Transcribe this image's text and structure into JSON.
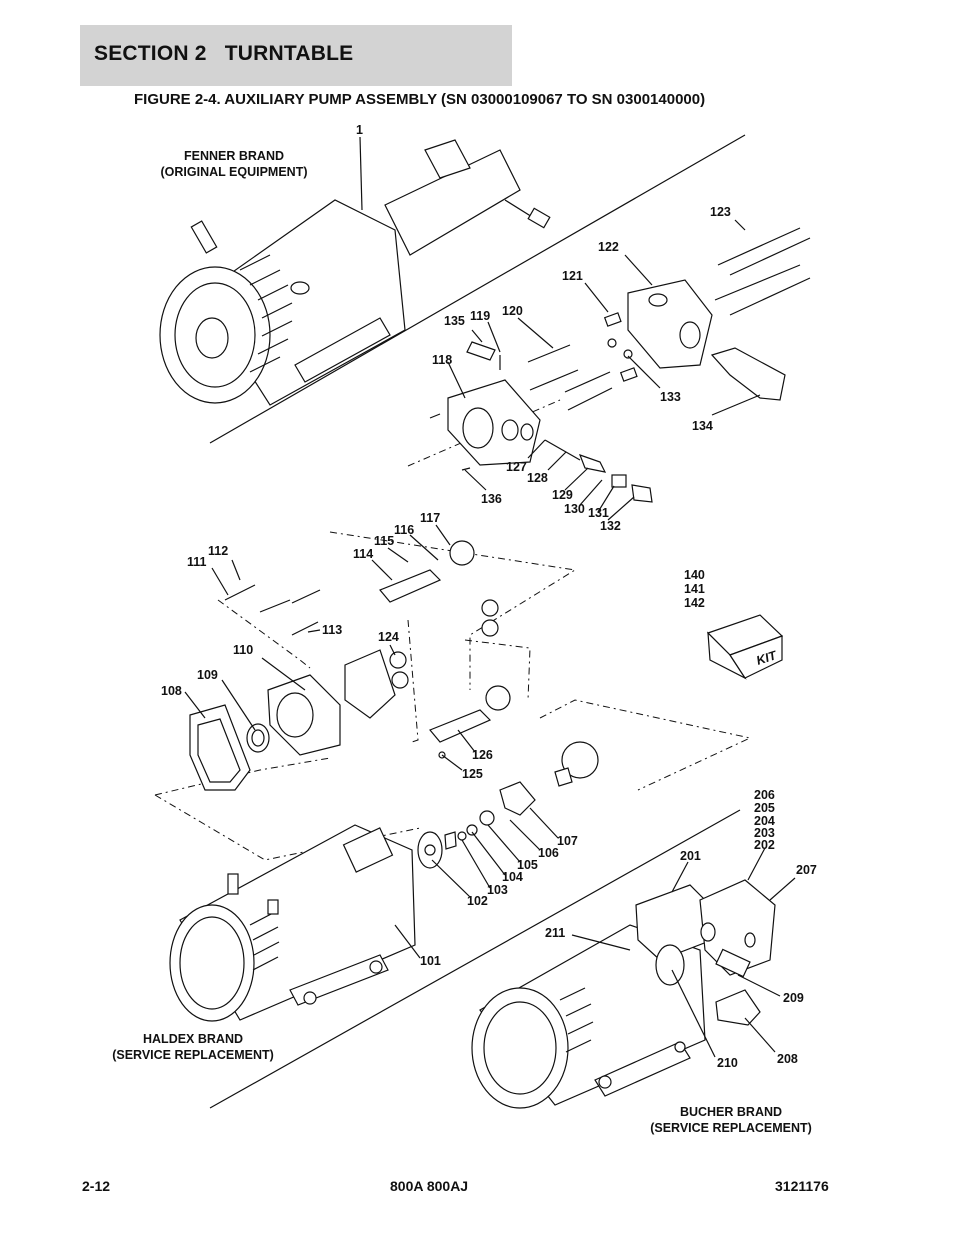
{
  "header": {
    "section_label": "SECTION 2   TURNTABLE",
    "figure_title": "FIGURE 2-4. AUXILIARY PUMP ASSEMBLY (SN 03000109067 TO SN 0300140000)"
  },
  "brands": {
    "fenner": [
      "FENNER BRAND",
      "(ORIGINAL EQUIPMENT)"
    ],
    "haldex": [
      "HALDEX BRAND",
      "(SERVICE REPLACEMENT)"
    ],
    "bucher": [
      "BUCHER BRAND",
      "(SERVICE REPLACEMENT)"
    ]
  },
  "kit_label": "KIT",
  "callouts": {
    "c1": "1",
    "c123": "123",
    "c122": "122",
    "c121": "121",
    "c120": "120",
    "c135": "135",
    "c119": "119",
    "c118": "118",
    "c133": "133",
    "c134": "134",
    "c127": "127",
    "c128": "128",
    "c136": "136",
    "c129": "129",
    "c130": "130",
    "c131": "131",
    "c132": "132",
    "c117": "117",
    "c116": "116",
    "c115": "115",
    "c114": "114",
    "c112": "112",
    "c111": "111",
    "c140": "140",
    "c141": "141",
    "c142": "142",
    "c113": "113",
    "c124": "124",
    "c110": "110",
    "c109": "109",
    "c108": "108",
    "c126": "126",
    "c125": "125",
    "c206": "206",
    "c205": "205",
    "c204": "204",
    "c203": "203",
    "c202": "202",
    "c107": "107",
    "c106": "106",
    "c105": "105",
    "c104": "104",
    "c103": "103",
    "c102": "102",
    "c201": "201",
    "c207": "207",
    "c211": "211",
    "c101": "101",
    "c209": "209",
    "c208": "208",
    "c210": "210"
  },
  "footer": {
    "page": "2-12",
    "model": "800A 800AJ",
    "doc_number": "3121176"
  }
}
